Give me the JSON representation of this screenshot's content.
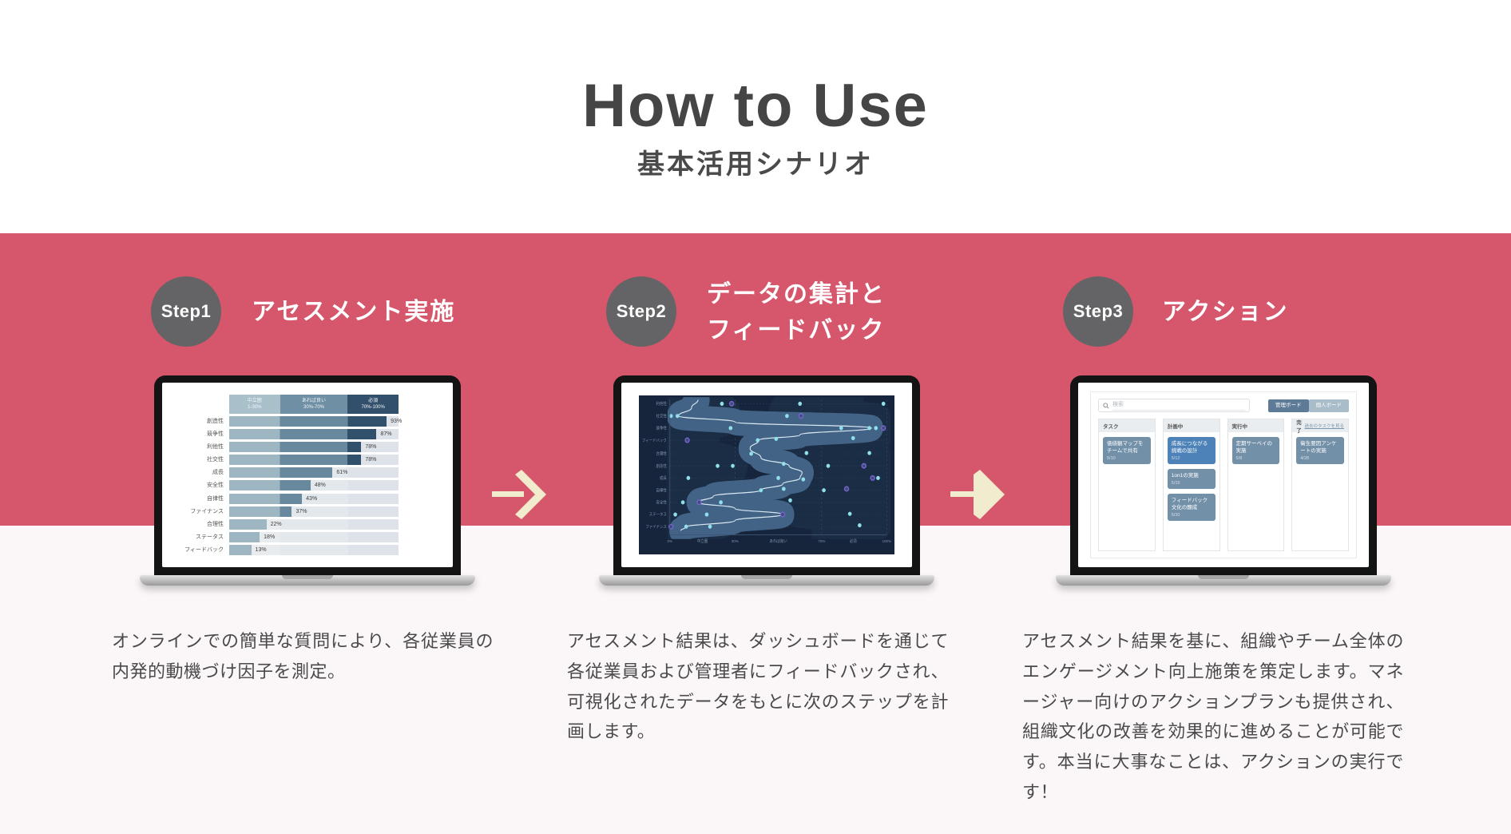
{
  "page": {
    "title": "How to Use",
    "subtitle": "基本活用シナリオ"
  },
  "colors": {
    "band": "#d6566b",
    "badge": "#646466",
    "arrow": "#f2ecce",
    "heading": "#454545",
    "body_text": "#4a4a4a"
  },
  "steps": [
    {
      "badge": "Step1",
      "title": "アセスメント実施",
      "description": "オンラインでの簡単な質問により、各従業員の内発的動機づけ因子を測定。"
    },
    {
      "badge": "Step2",
      "title": "データの集計と\nフィードバック",
      "description": "アセスメント結果は、ダッシュボードを通じて各従業員および管理者にフィードバックされ、可視化されたデータをもとに次のステップを計画します。"
    },
    {
      "badge": "Step3",
      "title": "アクション",
      "description": "アセスメント結果を基に、組織やチーム全体のエンゲージメント向上施策を策定します。マネージャー向けのアクションプランも提供され、組織文化の改善を効果的に進めることが可能です。本当に大事なことは、アクションの実行です！"
    }
  ],
  "chart_data": [
    {
      "type": "bar",
      "title": "内発的動機づけ因子アセスメント結果",
      "bands": [
        {
          "label": "中立圏",
          "range": "1-30%",
          "width_pct": 30
        },
        {
          "label": "あれば良い",
          "range": "30%-70%",
          "width_pct": 40
        },
        {
          "label": "必須",
          "range": "70%-100%",
          "width_pct": 30
        }
      ],
      "band_colors": [
        "#a9c0cb",
        "#6e8fa4",
        "#32506b"
      ],
      "bar_colors": [
        "#9db6c2",
        "#68889e",
        "#31506c"
      ],
      "rows": [
        {
          "label": "創造性",
          "value": 93
        },
        {
          "label": "競争性",
          "value": 87
        },
        {
          "label": "利他性",
          "value": 78
        },
        {
          "label": "社交性",
          "value": 78
        },
        {
          "label": "成長",
          "value": 61
        },
        {
          "label": "安全性",
          "value": 48
        },
        {
          "label": "自律性",
          "value": 43
        },
        {
          "label": "ファイナンス",
          "value": 37
        },
        {
          "label": "合理性",
          "value": 22
        },
        {
          "label": "ステータス",
          "value": 18
        },
        {
          "label": "フィードバック",
          "value": 13
        }
      ],
      "xlim": [
        0,
        100
      ]
    },
    {
      "type": "scatter",
      "title": "ダッシュボード（分布と中央値ライン）",
      "y_labels": [
        "利他性",
        "社交性",
        "競争性",
        "フィードバック",
        "合理性",
        "創造性",
        "成長",
        "自律性",
        "安全性",
        "ステータス",
        "ファイナンス"
      ],
      "row_fractions": [
        0.03,
        0.12,
        0.21,
        0.3,
        0.4,
        0.49,
        0.58,
        0.67,
        0.76,
        0.85,
        0.94
      ],
      "x_labels": [
        {
          "label": "0%",
          "f": 0.0
        },
        {
          "label": "中立圏",
          "f": 0.15
        },
        {
          "label": "30%",
          "f": 0.3
        },
        {
          "label": "あれば良い",
          "f": 0.5
        },
        {
          "label": "70%",
          "f": 0.7
        },
        {
          "label": "必須",
          "f": 0.845
        },
        {
          "label": "100%",
          "f": 1.0
        }
      ],
      "grid_x": [
        0.3,
        0.7,
        1.0
      ],
      "line_points": [
        [
          0.13,
          0.0
        ],
        [
          0.1,
          0.06
        ],
        [
          0.04,
          0.12
        ],
        [
          0.3,
          0.165
        ],
        [
          0.93,
          0.21
        ],
        [
          0.6,
          0.26
        ],
        [
          0.41,
          0.3
        ],
        [
          0.37,
          0.36
        ],
        [
          0.42,
          0.43
        ],
        [
          0.55,
          0.49
        ],
        [
          0.61,
          0.54
        ],
        [
          0.6,
          0.58
        ],
        [
          0.52,
          0.625
        ],
        [
          0.42,
          0.67
        ],
        [
          0.2,
          0.715
        ],
        [
          0.13,
          0.76
        ],
        [
          0.3,
          0.805
        ],
        [
          0.52,
          0.85
        ],
        [
          0.3,
          0.895
        ],
        [
          0.07,
          0.945
        ],
        [
          0.05,
          0.97
        ]
      ],
      "cyan_dots": [
        [
          0.24,
          0.03
        ],
        [
          0.6,
          0.03
        ],
        [
          0.985,
          0.03
        ],
        [
          0.005,
          0.12
        ],
        [
          0.035,
          0.12
        ],
        [
          0.54,
          0.12
        ],
        [
          0.28,
          0.21
        ],
        [
          0.79,
          0.21
        ],
        [
          0.92,
          0.21
        ],
        [
          0.95,
          0.21
        ],
        [
          0.405,
          0.3
        ],
        [
          0.49,
          0.29
        ],
        [
          0.845,
          0.285
        ],
        [
          0.375,
          0.4
        ],
        [
          0.63,
          0.395
        ],
        [
          0.92,
          0.395
        ],
        [
          0.22,
          0.49
        ],
        [
          0.29,
          0.49
        ],
        [
          0.525,
          0.475
        ],
        [
          0.73,
          0.49
        ],
        [
          0.085,
          0.58
        ],
        [
          0.5,
          0.58
        ],
        [
          0.615,
          0.59
        ],
        [
          0.96,
          0.58
        ],
        [
          0.42,
          0.67
        ],
        [
          0.525,
          0.66
        ],
        [
          0.71,
          0.67
        ],
        [
          0.06,
          0.76
        ],
        [
          0.235,
          0.76
        ],
        [
          0.555,
          0.745
        ],
        [
          0.025,
          0.85
        ],
        [
          0.17,
          0.85
        ],
        [
          0.83,
          0.845
        ],
        [
          0.075,
          0.94
        ],
        [
          0.185,
          0.94
        ],
        [
          0.875,
          0.93
        ]
      ],
      "purple_dots": [
        [
          0.285,
          0.03
        ],
        [
          0.605,
          0.12
        ],
        [
          0.985,
          0.21
        ],
        [
          0.08,
          0.3
        ],
        [
          0.895,
          0.49
        ],
        [
          0.935,
          0.58
        ],
        [
          0.815,
          0.66
        ],
        [
          0.135,
          0.76
        ],
        [
          0.52,
          0.85
        ],
        [
          0.005,
          0.94
        ]
      ],
      "colors": {
        "bg": "#16253b",
        "stream": "#46688c",
        "stream_dark": "#1d3049",
        "line": "#d9e9f3",
        "dot_cyan": "#8fe0ea",
        "dot_purple": "#7b61d6",
        "axis_text": "#7e95ad",
        "grid": "#2e4460"
      }
    }
  ],
  "kanban": {
    "search_placeholder": "検索",
    "buttons": [
      {
        "label": "管理ボード",
        "active": true
      },
      {
        "label": "個人ボード",
        "active": false
      }
    ],
    "columns": [
      {
        "header": "タスク",
        "cards": [
          {
            "title": "価値観マップをチームで共有",
            "sub": "5/10",
            "highlight": false
          }
        ]
      },
      {
        "header": "計画中",
        "cards": [
          {
            "title": "成長につながる挑戦の設計",
            "sub": "5/12",
            "highlight": true
          },
          {
            "title": "1on1の実施",
            "sub": "5/15",
            "highlight": false
          },
          {
            "title": "フィードバック文化の醸成",
            "sub": "5/20",
            "highlight": false
          }
        ]
      },
      {
        "header": "実行中",
        "cards": [
          {
            "title": "定期サーベイの実施",
            "sub": "5/8",
            "highlight": false
          }
        ]
      },
      {
        "header": "完了",
        "link": "過去のタスクを見る",
        "cards": [
          {
            "title": "衛生要因アンケートの実施",
            "sub": "4/28",
            "highlight": false
          }
        ]
      }
    ]
  }
}
